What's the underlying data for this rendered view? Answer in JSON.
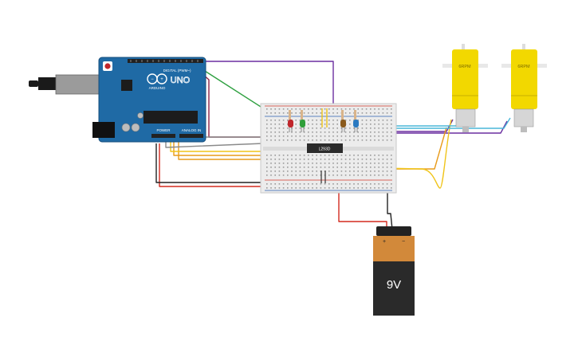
{
  "arduino": {
    "brand": "ARDUINO",
    "model": "UNO",
    "digital_label": "DIGITAL (PWM~)",
    "power_label": "POWER",
    "analog_label": "ANALOG IN",
    "colors": {
      "board": "#1f6aa5",
      "header": "#222222",
      "chip": "#1c1c1c"
    }
  },
  "breadboard": {
    "chip_label": "L293D",
    "colors": {
      "board": "#ececec",
      "rail_red": "#d33a2c",
      "rail_blue": "#2b5fb0"
    }
  },
  "leds": [
    {
      "name": "led-red",
      "color": "#c0262b"
    },
    {
      "name": "led-green",
      "color": "#2f9e3a"
    },
    {
      "name": "led-brown",
      "color": "#8a5a1c"
    },
    {
      "name": "led-blue",
      "color": "#2b7ac0"
    }
  ],
  "motors": [
    {
      "label": "6RPM",
      "color": "#f2d800"
    },
    {
      "label": "6RPM",
      "color": "#f2d800"
    }
  ],
  "battery": {
    "label": "9V",
    "plus": "+",
    "minus": "−",
    "colors": {
      "top": "#d2893a",
      "body": "#2a2a2a"
    }
  },
  "wire_colors": {
    "purple": "#6b2fa0",
    "green": "#2fa041",
    "orange": "#e89b1a",
    "yellow": "#f0c419",
    "gray": "#8a8a8a",
    "red": "#d32a1f",
    "black": "#222222",
    "cyan": "#4ab7d8",
    "maroon": "#8e2346"
  }
}
